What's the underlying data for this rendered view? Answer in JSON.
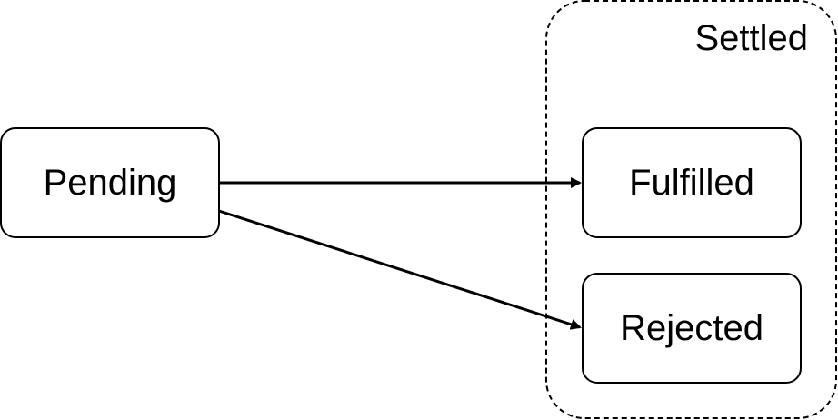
{
  "diagram": {
    "group": {
      "label": "Settled"
    },
    "nodes": {
      "pending": {
        "label": "Pending"
      },
      "fulfilled": {
        "label": "Fulfilled"
      },
      "rejected": {
        "label": "Rejected"
      }
    },
    "edges": [
      {
        "from": "pending",
        "to": "fulfilled"
      },
      {
        "from": "pending",
        "to": "rejected"
      }
    ]
  }
}
